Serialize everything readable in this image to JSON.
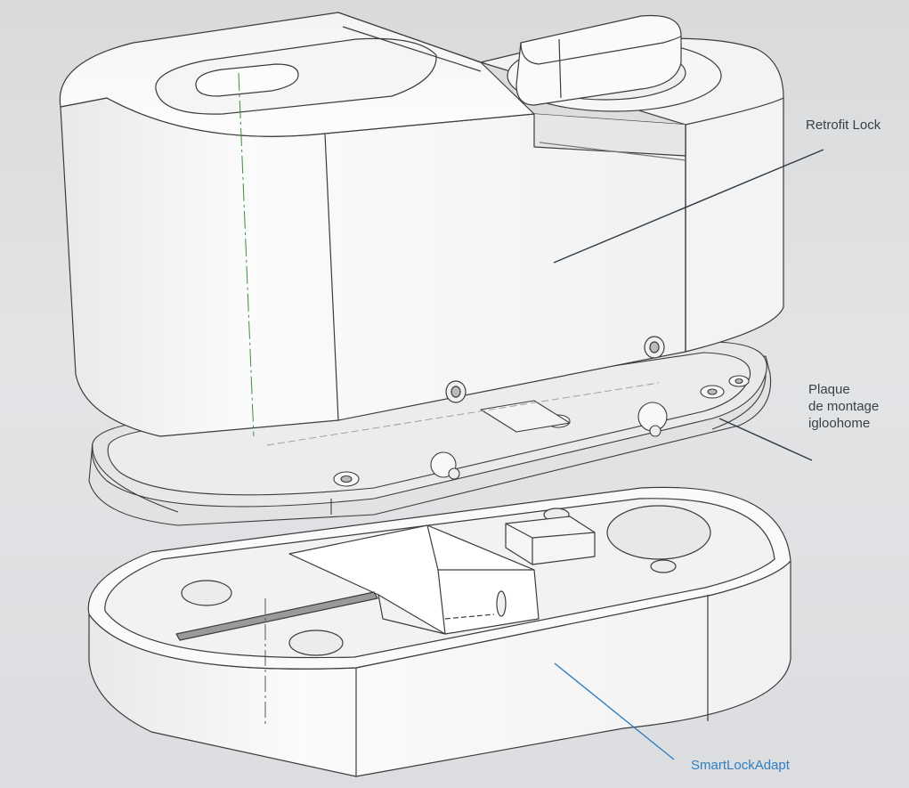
{
  "labels": {
    "retrofit_lock": "Retrofit Lock",
    "plaque": "Plaque\nde montage\nigloohome",
    "smartlockadapt": "SmartLockAdapt"
  },
  "colors": {
    "background": "#dcdde0",
    "part_fill": "#f7f7f7",
    "part_edge": "#3c3c3c",
    "leader_dark": "#2e3a44",
    "leader_accent": "#2f7fc0",
    "axis_line": "#3a8f3a"
  }
}
